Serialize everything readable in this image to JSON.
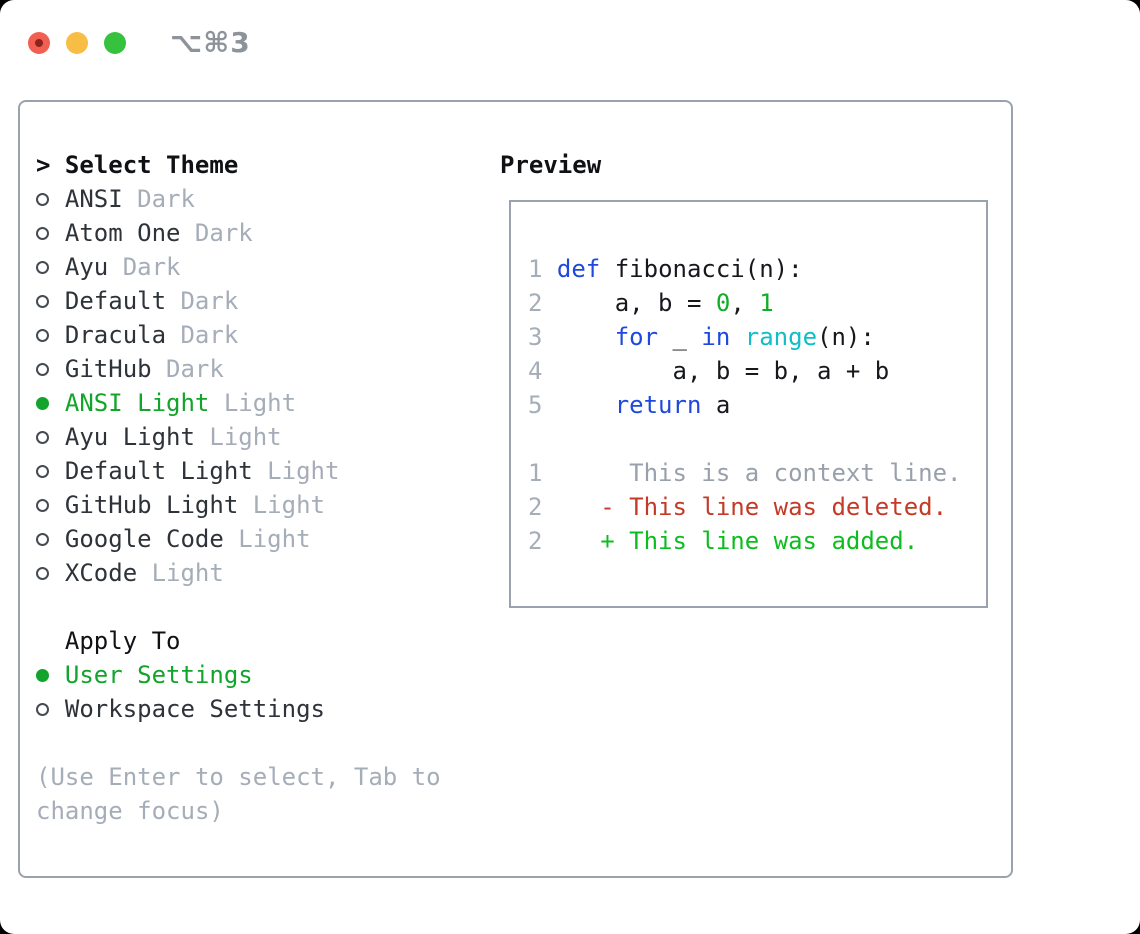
{
  "titlebar": {
    "shortcut": "⌥⌘3"
  },
  "theme_panel": {
    "header": {
      "prefix": ">",
      "label": "Select Theme"
    },
    "themes": [
      {
        "name": "ANSI",
        "tag": "Dark",
        "selected": false
      },
      {
        "name": "Atom One",
        "tag": "Dark",
        "selected": false
      },
      {
        "name": "Ayu",
        "tag": "Dark",
        "selected": false
      },
      {
        "name": "Default",
        "tag": "Dark",
        "selected": false
      },
      {
        "name": "Dracula",
        "tag": "Dark",
        "selected": false
      },
      {
        "name": "GitHub",
        "tag": "Dark",
        "selected": false
      },
      {
        "name": "ANSI Light",
        "tag": "Light",
        "selected": true
      },
      {
        "name": "Ayu Light",
        "tag": "Light",
        "selected": false
      },
      {
        "name": "Default Light",
        "tag": "Light",
        "selected": false
      },
      {
        "name": "GitHub Light",
        "tag": "Light",
        "selected": false
      },
      {
        "name": "Google Code",
        "tag": "Light",
        "selected": false
      },
      {
        "name": "XCode",
        "tag": "Light",
        "selected": false
      }
    ],
    "apply_to": {
      "label": "Apply To",
      "options": [
        {
          "name": "User Settings",
          "selected": true
        },
        {
          "name": "Workspace Settings",
          "selected": false
        }
      ]
    },
    "help_text": "(Use Enter to select, Tab to change focus)"
  },
  "preview": {
    "title": "Preview",
    "code_lines": [
      [
        {
          "t": "1 ",
          "c": "gutter"
        },
        {
          "t": "def",
          "c": "kw"
        },
        {
          "t": " fibonacci(n):",
          "c": "pl"
        }
      ],
      [
        {
          "t": "2 ",
          "c": "gutter"
        },
        {
          "t": "    a, b = ",
          "c": "pl"
        },
        {
          "t": "0",
          "c": "num"
        },
        {
          "t": ", ",
          "c": "pl"
        },
        {
          "t": "1",
          "c": "num"
        }
      ],
      [
        {
          "t": "3 ",
          "c": "gutter"
        },
        {
          "t": "    ",
          "c": "pl"
        },
        {
          "t": "for",
          "c": "kw"
        },
        {
          "t": " _ ",
          "c": "pl"
        },
        {
          "t": "in",
          "c": "kw"
        },
        {
          "t": " ",
          "c": "pl"
        },
        {
          "t": "range",
          "c": "bi"
        },
        {
          "t": "(n):",
          "c": "pl"
        }
      ],
      [
        {
          "t": "4 ",
          "c": "gutter"
        },
        {
          "t": "        a, b = b, a + b",
          "c": "pl"
        }
      ],
      [
        {
          "t": "5 ",
          "c": "gutter"
        },
        {
          "t": "    ",
          "c": "pl"
        },
        {
          "t": "return",
          "c": "kw"
        },
        {
          "t": " a",
          "c": "pl"
        }
      ],
      [],
      [
        {
          "t": "1 ",
          "c": "gutter"
        },
        {
          "t": "     This is a context line.",
          "c": "ctx"
        }
      ],
      [
        {
          "t": "2 ",
          "c": "gutter"
        },
        {
          "t": "   - This line was deleted.",
          "c": "del"
        }
      ],
      [
        {
          "t": "2 ",
          "c": "gutter"
        },
        {
          "t": "   + This line was added.",
          "c": "add"
        }
      ]
    ]
  },
  "colors": {
    "selection_green": "#12a42b",
    "added_green": "#0dbd1f",
    "deleted_red": "#c53a26",
    "keyword_blue": "#1e49dc",
    "builtin_cyan": "#10bdc8",
    "number_green": "#0eae25",
    "muted_gray": "#a5adb8",
    "panel_border": "#9aa3ad",
    "traffic_red": "#f15f52",
    "traffic_yellow": "#f7bd45",
    "traffic_green": "#36c23f"
  }
}
